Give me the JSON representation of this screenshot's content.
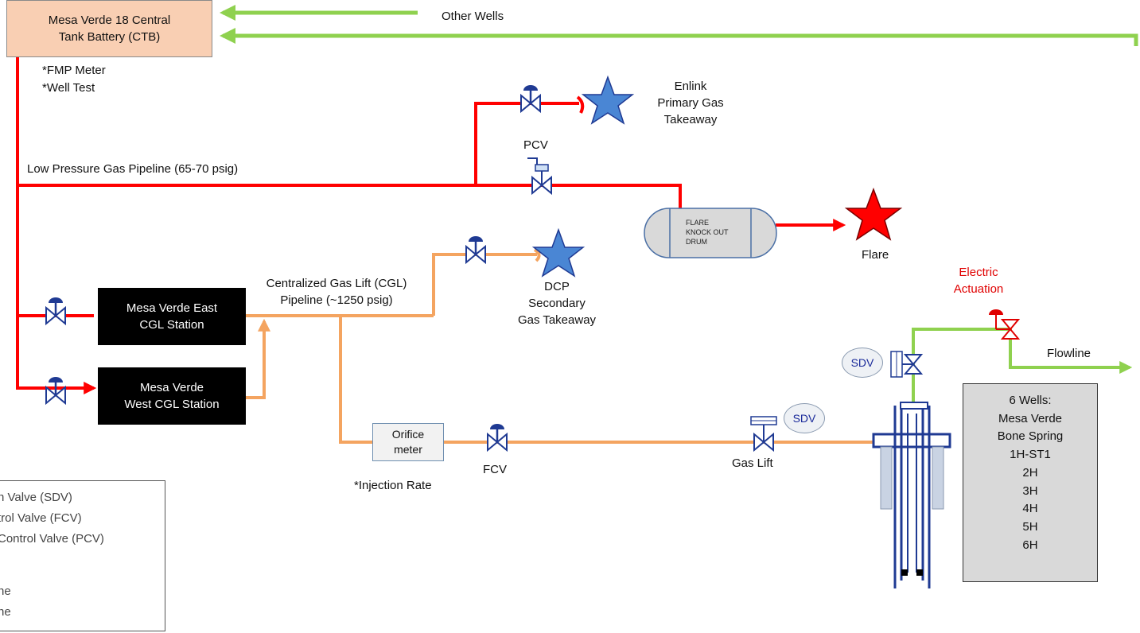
{
  "ctb": {
    "line1": "Mesa Verde 18 Central",
    "line2": "Tank Battery (CTB)",
    "note1": "*FMP Meter",
    "note2": "*Well Test"
  },
  "other_wells": "Other Wells",
  "low_pressure_pipeline": "Low Pressure Gas Pipeline (65-70 psig)",
  "enlink": {
    "line1": "Enlink",
    "line2": "Primary Gas",
    "line3": "Takeaway"
  },
  "pcv": "PCV",
  "flare_drum": {
    "line1": "FLARE",
    "line2": "KNOCK OUT",
    "line3": "DRUM"
  },
  "flare": "Flare",
  "dcp": {
    "line1": "DCP",
    "line2": "Secondary",
    "line3": "Gas Takeaway"
  },
  "cgl_pipeline": {
    "line1": "Centralized Gas Lift (CGL)",
    "line2": "Pipeline (~1250 psig)"
  },
  "east_station": {
    "line1": "Mesa Verde East",
    "line2": "CGL Station"
  },
  "west_station": {
    "line1": "Mesa Verde",
    "line2": "West CGL Station"
  },
  "electric_actuation": {
    "line1": "Electric",
    "line2": "Actuation"
  },
  "flowline": "Flowline",
  "sdv_top": "SDV",
  "sdv_gaslift": "SDV",
  "gas_lift": "Gas Lift",
  "orifice": {
    "line1": "Orifice",
    "line2": "meter"
  },
  "injection_rate": "*Injection Rate",
  "fcv": "FCV",
  "wells": {
    "title": "6 Wells:",
    "line1": "Mesa Verde",
    "line2": "Bone Spring",
    "items": [
      "1H-ST1",
      "2H",
      "3H",
      "4H",
      "5H",
      "6H"
    ]
  },
  "legend": {
    "items": [
      "n Valve (SDV)",
      "trol Valve (FCV)",
      " Control Valve (PCV)",
      "ne",
      "ne"
    ]
  },
  "colors": {
    "gas_line": "#ff0000",
    "cgl_line": "#f4a460",
    "green_line": "#8fd14f",
    "valve": "#1f3a93",
    "takeaway_star": "#4a86d4",
    "flare_star": "#ff0000"
  }
}
